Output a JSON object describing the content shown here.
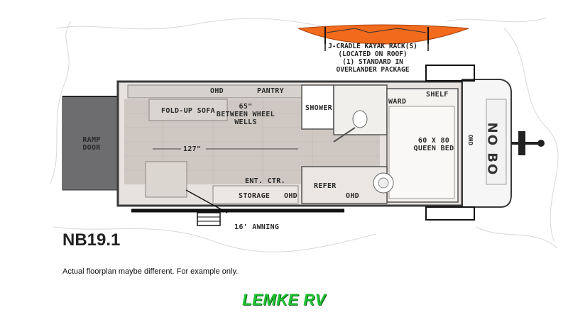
{
  "model": "NB19.1",
  "disclaimer": "Actual floorplan maybe different. For example only.",
  "dealer": "LEMKE RV",
  "kayak": {
    "lines": [
      "J-CRADLE KAYAK RACK(S)",
      "(LOCATED ON ROOF)",
      "(1) STANDARD IN",
      "OVERLANDER PACKAGE"
    ],
    "color": "#f26a1b"
  },
  "labels": {
    "ramp_door": [
      "RAMP",
      "DOOR"
    ],
    "ohd_top": "OHD",
    "pantry": "PANTRY",
    "fold_up_sofa": "FOLD-UP SOFA",
    "wheel_wells": [
      "65\"",
      "BETWEEN WHEEL",
      "WELLS"
    ],
    "shower": "SHOWER",
    "ward": "WARD",
    "shelf": "SHELF",
    "queen_bed": [
      "60 X 80",
      "QUEEN BED"
    ],
    "width_127": "127\"",
    "ent_ctr": "ENT. CTR.",
    "storage": "STORAGE",
    "ohd_bottom_left": "OHD",
    "refer": "REFER",
    "ohd_bottom_right": "OHD",
    "awning": "16' AWNING",
    "ohd_front": "OHD",
    "brand": "NO BO"
  }
}
